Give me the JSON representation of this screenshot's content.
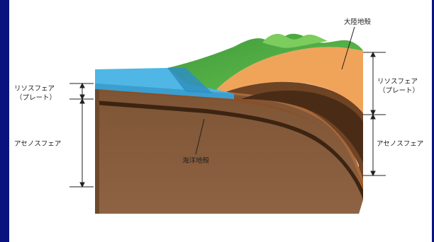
{
  "labels": {
    "continental_crust": "大陸地殻",
    "oceanic_crust": "海洋地殻",
    "lithosphere_left": "リソスフェア",
    "plate_left": "（プレート）",
    "asthenosphere_left": "アセノスフェア",
    "lithosphere_right": "リソスフェア",
    "plate_right": "（プレート）",
    "asthenosphere_right": "アセノスフェア"
  },
  "colors": {
    "slide_border": "#0a1280",
    "background": "#ffffff",
    "ocean_top": "#4fb6e6",
    "ocean_side": "#3aa6d8",
    "continent_green": "#4fae3c",
    "continental_crust": "#f0a45a",
    "lithosphere": "#b8703c",
    "asthenosphere": "#8a5a38",
    "dark_band": "#3c2412"
  }
}
